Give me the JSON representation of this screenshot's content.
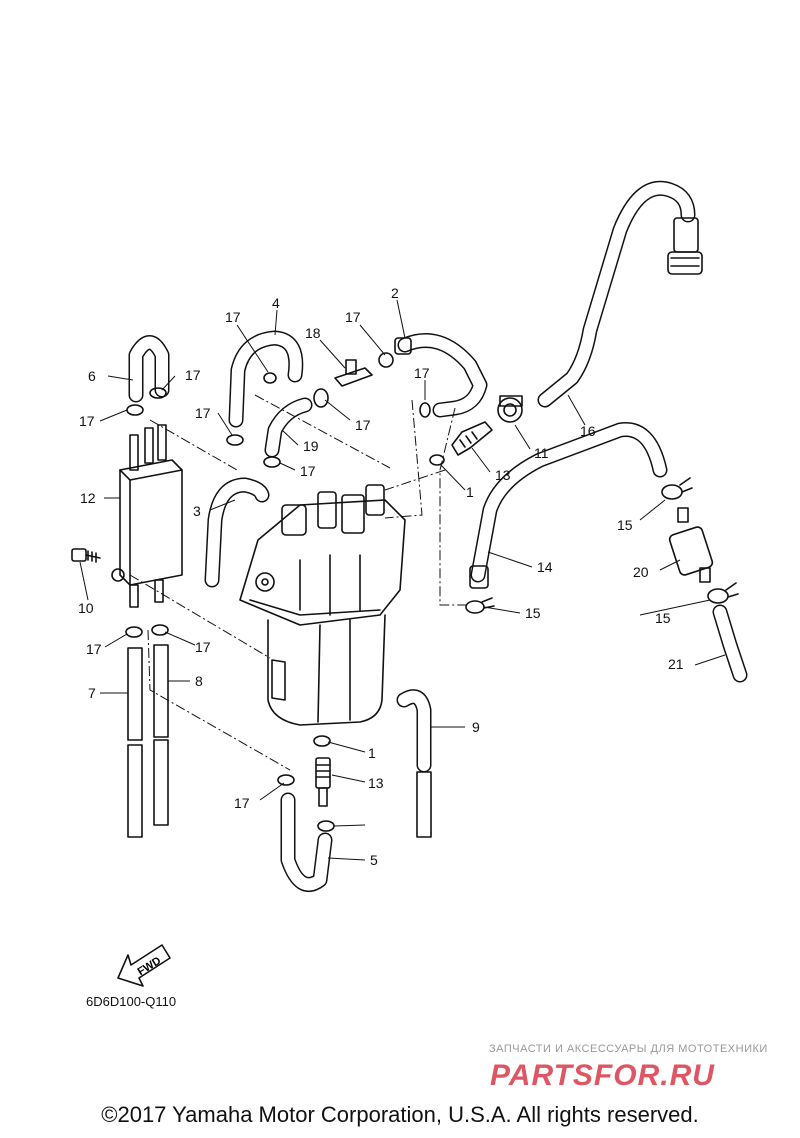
{
  "callouts": [
    {
      "text": "1"
    },
    {
      "text": "1"
    },
    {
      "text": "2"
    },
    {
      "text": "3"
    },
    {
      "text": "4"
    },
    {
      "text": "5"
    },
    {
      "text": "6"
    },
    {
      "text": "7"
    },
    {
      "text": "8"
    },
    {
      "text": "9"
    },
    {
      "text": "10"
    },
    {
      "text": "11"
    },
    {
      "text": "12"
    },
    {
      "text": "13"
    },
    {
      "text": "13"
    },
    {
      "text": "14"
    },
    {
      "text": "15"
    },
    {
      "text": "15"
    },
    {
      "text": "15"
    },
    {
      "text": "16"
    },
    {
      "text": "17"
    },
    {
      "text": "17"
    },
    {
      "text": "17"
    },
    {
      "text": "17"
    },
    {
      "text": "17"
    },
    {
      "text": "17"
    },
    {
      "text": "17"
    },
    {
      "text": "17"
    },
    {
      "text": "17"
    },
    {
      "text": "17"
    },
    {
      "text": "17"
    },
    {
      "text": "18"
    },
    {
      "text": "19"
    },
    {
      "text": "20"
    },
    {
      "text": "21"
    }
  ],
  "fwd_label": "FWD",
  "diagram_code": "6D6D100-Q110",
  "watermark": {
    "tagline": "ЗАПЧАСТИ И АКСЕССУАРЫ ДЛЯ МОТОТЕХНИКИ",
    "logo_text": "PARTSFOR.RU",
    "logo_color": "#d9394a"
  },
  "copyright": "©2017 Yamaha Motor Corporation, U.S.A. All rights reserved."
}
